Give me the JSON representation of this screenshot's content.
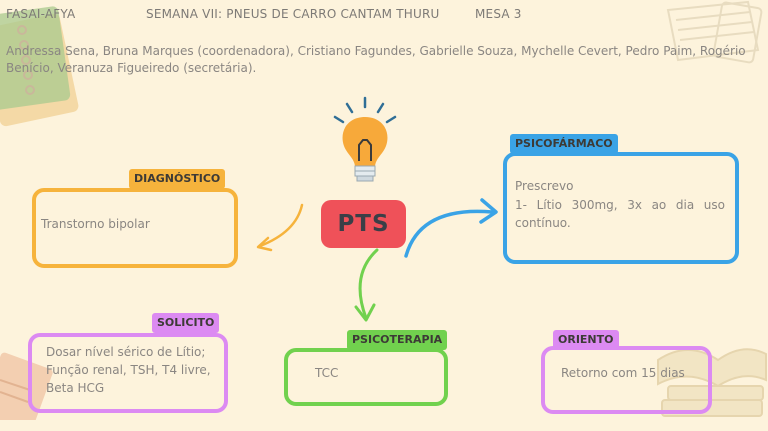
{
  "header": {
    "institution": "FASAI-AFYA",
    "week": "SEMANA VII: PNEUS DE CARRO CANTAM THURU",
    "table": "MESA 3"
  },
  "authors": "Andressa Sena, Bruna Marques (coordenadora), Cristiano Fagundes, Gabrielle Souza, Mychelle Cevert, Pedro Paim, Rogério Benício, Veranuza Figueiredo (secretária).",
  "center": {
    "label": "PTS",
    "color": "#ef5159"
  },
  "nodes": {
    "diagnostico": {
      "tag": "DIAGNÓSTICO",
      "lines": [
        "Transtorno bipolar"
      ],
      "border": "#f6b33c",
      "tag_bg": "#f6b33c"
    },
    "psicofarmaco": {
      "tag": "PSICOFÁRMACO",
      "lines": [
        "Prescrevo",
        "1- Lítio 300mg, 3x ao dia uso contínuo."
      ],
      "border": "#3aa3e6",
      "tag_bg": "#3aa3e6"
    },
    "solicito": {
      "tag": "SOLICITO",
      "lines": [
        "Dosar nível sérico de Lítio;",
        "Função renal, TSH, T4 livre,",
        "Beta HCG"
      ],
      "border": "#dc8af2",
      "tag_bg": "#dc8af2"
    },
    "psicoterapia": {
      "tag": "PSICOTERAPIA",
      "lines": [
        "TCC"
      ],
      "border": "#71d14e",
      "tag_bg": "#71d14e"
    },
    "oriento": {
      "tag": "ORIENTO",
      "lines": [
        "Retorno com 15 dias"
      ],
      "border": "#dc8af2",
      "tag_bg": "#dc8af2"
    }
  },
  "icons": {
    "bulb": "lightbulb-icon",
    "notebooks": "notebook-stack-icon",
    "books": "book-stack-icon",
    "papers": "paper-stack-icon"
  }
}
